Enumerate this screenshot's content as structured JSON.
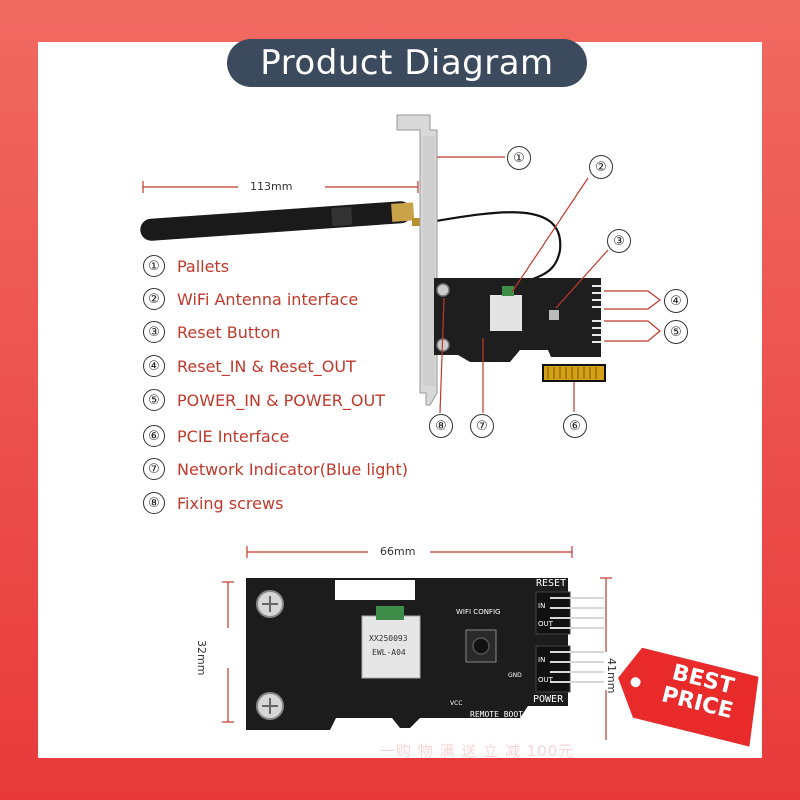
{
  "title": "Product Diagram",
  "dimensions": {
    "top_width": "113mm",
    "bottom_width": "66mm",
    "bottom_height": "32mm",
    "bottom_side": "41mm"
  },
  "legend": [
    {
      "num": "①",
      "text": "Pallets"
    },
    {
      "num": "②",
      "text": "WiFi Antenna interface"
    },
    {
      "num": "③",
      "text": "Reset Button"
    },
    {
      "num": "④",
      "text": "Reset_IN & Reset_OUT"
    },
    {
      "num": "⑤",
      "text": "POWER_IN & POWER_OUT"
    },
    {
      "num": "⑥",
      "text": "PCIE Interface"
    },
    {
      "num": "⑦",
      "text": "Network Indicator(Blue light)"
    },
    {
      "num": "⑧",
      "text": "Fixing screws"
    }
  ],
  "board_labels": {
    "reset": "RESET",
    "power": "POWER",
    "card_name": "REMOTE BOOT CARD",
    "wifi_config": "WIFI CONFIG",
    "module_line1": "EWL-A04",
    "module_line2": "XX250093",
    "in_label": "IN",
    "out_label": "OUT",
    "gnd": "GND",
    "vcc": "VCC"
  },
  "badge": {
    "line1": "BEST",
    "line2": "PRICE",
    "color": "#e82a2a"
  },
  "banner": "一购 物 满 送 立 减 100元",
  "colors": {
    "accent": "#c0392b",
    "pill": "#3b4a5c",
    "pcb": "#1e1e1e",
    "gold": "#d4a017"
  }
}
